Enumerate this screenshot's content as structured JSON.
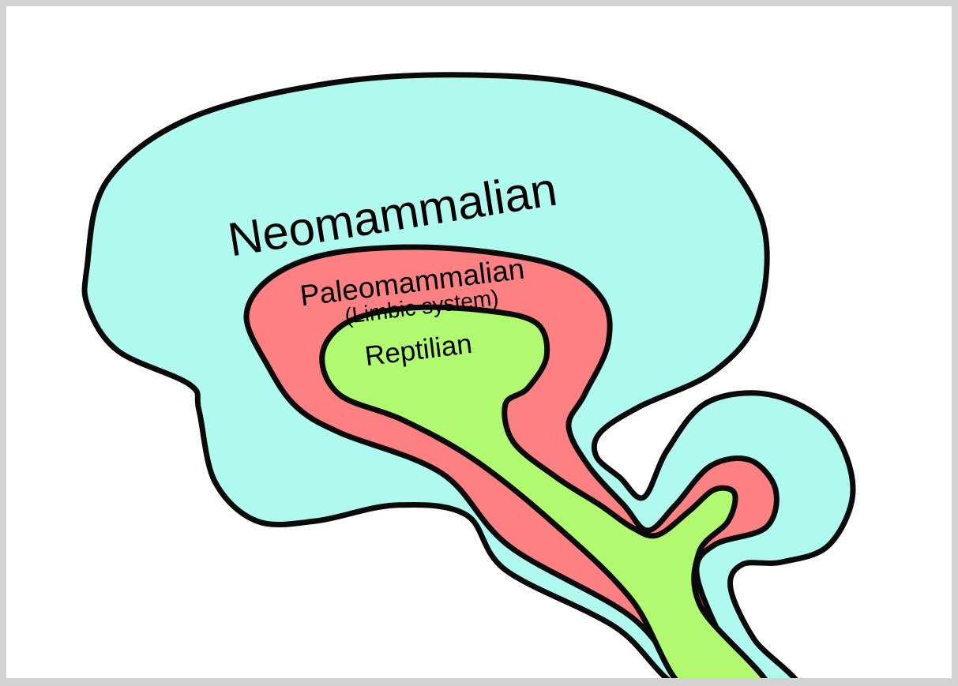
{
  "diagram": {
    "title": "Triune brain model",
    "layers": [
      {
        "name": "Neomammalian",
        "color": "#b0f9ee"
      },
      {
        "name": "Paleomammalian",
        "sublabel": "(Limbic system)",
        "color": "#fd8183"
      },
      {
        "name": "Reptilian",
        "color": "#b1f971"
      }
    ],
    "outline_color": "#0a0a0a"
  }
}
